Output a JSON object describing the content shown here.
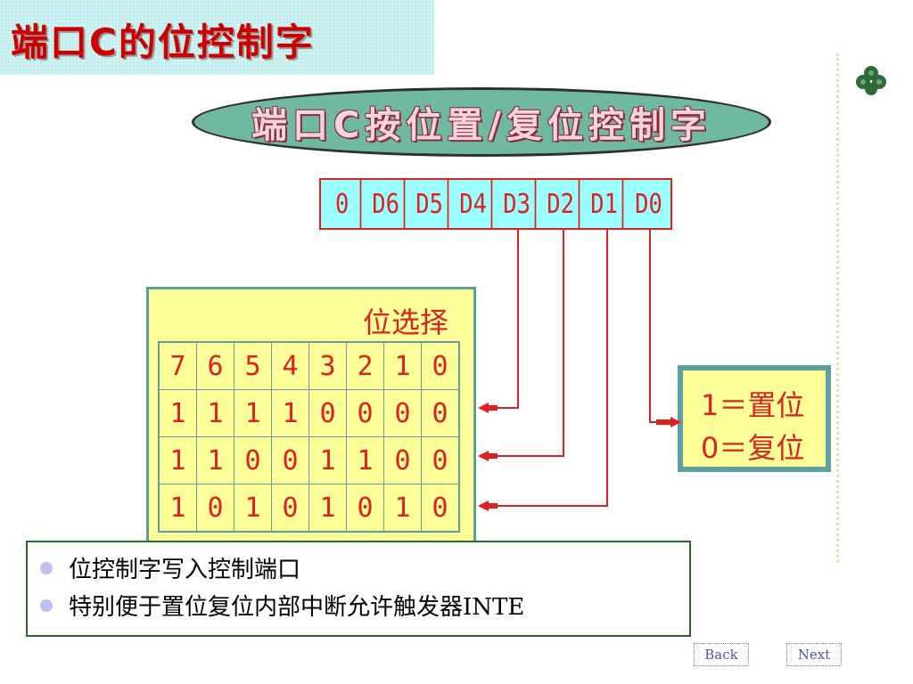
{
  "title": "端口C的位控制字",
  "banner": "端口C按位置/复位控制字",
  "register_bits": [
    "0",
    "D6",
    "D5",
    "D4",
    "D3",
    "D2",
    "D1",
    "D0"
  ],
  "bit_select": {
    "label": "位选择",
    "rows": [
      [
        "7",
        "6",
        "5",
        "4",
        "3",
        "2",
        "1",
        "0"
      ],
      [
        "1",
        "1",
        "1",
        "1",
        "0",
        "0",
        "0",
        "0"
      ],
      [
        "1",
        "1",
        "0",
        "0",
        "1",
        "1",
        "0",
        "0"
      ],
      [
        "1",
        "0",
        "1",
        "0",
        "1",
        "0",
        "1",
        "0"
      ]
    ]
  },
  "set_reset": {
    "line1": "1＝置位",
    "line2": "0＝复位"
  },
  "notes": [
    "位控制字写入控制端口",
    "特别便于置位复位内部中断允许触发器INTE"
  ],
  "nav": {
    "back": "Back",
    "next": "Next"
  },
  "colors": {
    "accent_red": "#e02020",
    "register_bg": "#99ffff",
    "panel_bg": "#ffff99",
    "panel_border": "#5f9f9f",
    "banner_bg": "#6fb9a3"
  },
  "icons": [
    "clover-icon",
    "bullet-icon"
  ]
}
